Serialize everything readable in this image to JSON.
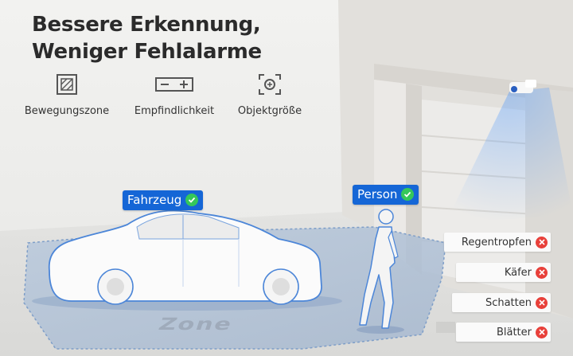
{
  "headline": {
    "line1": "Bessere Erkennung,",
    "line2": "Weniger Fehlalarme"
  },
  "features": [
    {
      "icon": "motion-zone-icon",
      "label": "Bewegungszone"
    },
    {
      "icon": "sensitivity-icon",
      "label": "Empfindlichkeit"
    },
    {
      "icon": "object-size-icon",
      "label": "Objektgröße"
    }
  ],
  "detected": [
    {
      "label": "Fahrzeug",
      "status": "accepted"
    },
    {
      "label": "Person",
      "status": "accepted"
    }
  ],
  "rejected": [
    {
      "label": "Regentropfen",
      "status": "rejected"
    },
    {
      "label": "Käfer",
      "status": "rejected"
    },
    {
      "label": "Schatten",
      "status": "rejected"
    },
    {
      "label": "Blätter",
      "status": "rejected"
    }
  ],
  "zone_label": "Zone",
  "colors": {
    "accent": "#1566d6",
    "accepted": "#35c75a",
    "rejected": "#e8403a",
    "zone": "#a9bdd6"
  }
}
